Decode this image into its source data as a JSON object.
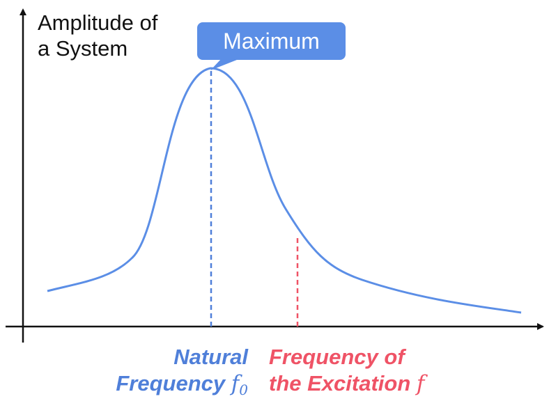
{
  "y_axis_label": [
    "Amplitude of",
    "a System"
  ],
  "callout_label": "Maximum",
  "natural_frequency_label": {
    "line1": "Natural",
    "line2": "Frequency",
    "symbol": "f",
    "subscript": "0"
  },
  "excitation_frequency_label": {
    "line1": "Frequency of",
    "line2": "the Excitation",
    "symbol": "f"
  },
  "colors": {
    "curve": "#5b8ee6",
    "natural": "#4f7fd9",
    "excitation": "#ef5366",
    "callout_bg": "#5b8ee6",
    "axis": "#111111"
  }
}
